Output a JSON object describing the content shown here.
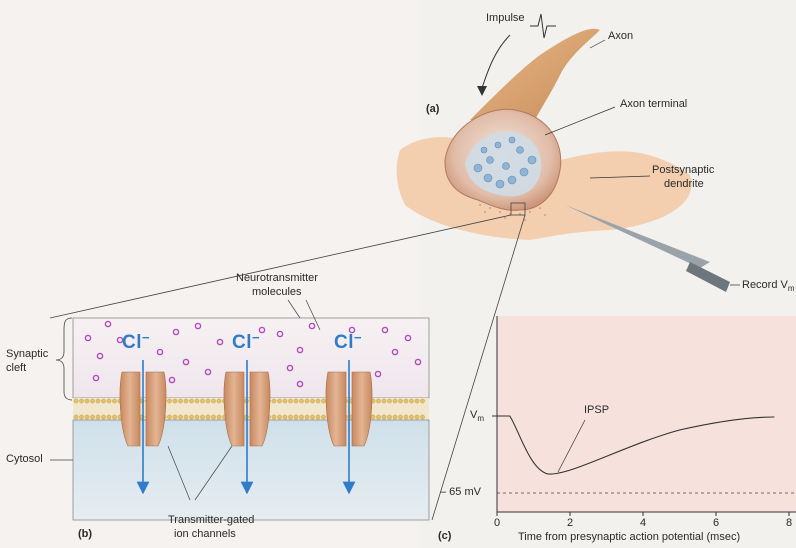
{
  "panel_a": {
    "letter": "(a)",
    "labels": {
      "impulse": "Impulse",
      "axon": "Axon",
      "axon_terminal": "Axon terminal",
      "postsynaptic_line1": "Postsynaptic",
      "postsynaptic_line2": "dendrite",
      "record": "Record V",
      "record_sub": "m"
    }
  },
  "panel_b": {
    "letter": "(b)",
    "ion_symbol": "Cl",
    "ion_charge": "−",
    "labels": {
      "neurotransmitter_line1": "Neurotransmitter",
      "neurotransmitter_line2": "molecules",
      "synaptic_line1": "Synaptic",
      "synaptic_line2": "cleft",
      "cytosol": "Cytosol",
      "channels_line1": "Transmitter-gated",
      "channels_line2": "ion channels"
    }
  },
  "panel_c": {
    "letter": "(c)",
    "vm_label": "V",
    "vm_sub": "m",
    "ipsp_label": "IPSP",
    "rest_label": "– 65 mV",
    "xlabel": "Time from presynaptic action potential (msec)",
    "x_ticks": [
      "0",
      "2",
      "4",
      "6",
      "8"
    ]
  },
  "colors": {
    "ion_blue": "#2f7cc9",
    "channel": "#d9a27f",
    "molecule": "#b14bb8",
    "graph_bg": "#f6e1dc",
    "tissue": "#f1c9a6"
  },
  "chart_data": {
    "type": "line",
    "title": "",
    "xlabel": "Time from presynaptic action potential (msec)",
    "ylabel": "V",
    "x_ticks": [
      0,
      2,
      4,
      6,
      8
    ],
    "xlim": [
      0,
      8
    ],
    "series": [
      {
        "x": [
          0,
          0.4,
          0.8,
          1.2,
          1.5,
          2,
          3,
          4,
          5,
          6,
          7,
          7.6
        ],
        "y": [
          "Vm",
          "dip",
          "dip",
          "min",
          "min",
          "rise",
          "rise",
          "rise",
          "rise",
          "rise",
          "near Vm",
          "near Vm"
        ]
      }
    ]
  }
}
